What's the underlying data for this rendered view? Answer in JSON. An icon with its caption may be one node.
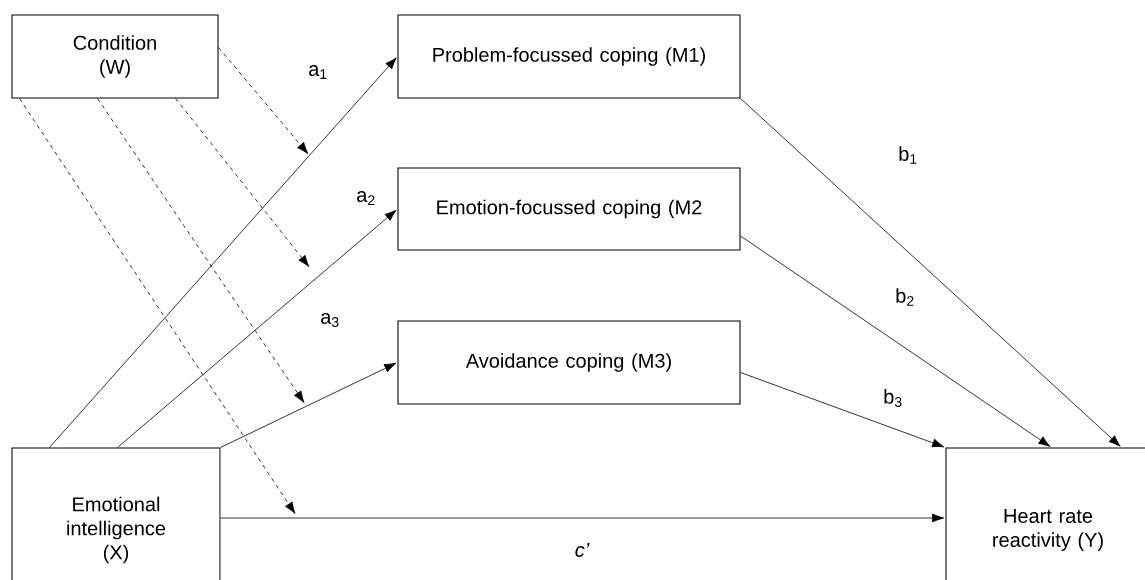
{
  "diagram": {
    "nodes": [
      {
        "text": [
          "Condition (W)"
        ]
      },
      {
        "text": [
          "Problem-focussed coping (M1)"
        ]
      },
      {
        "text": [
          "Emotion-focussed coping (M2"
        ]
      },
      {
        "text": [
          "Avoidance coping (M3)"
        ]
      },
      {
        "text": [
          "Emotional intelligence (X)"
        ]
      },
      {
        "text": [
          "Heart rate reactivity (Y)"
        ]
      }
    ],
    "edges": [
      {
        "from": 4,
        "to": 1,
        "arrow": "to",
        "label": "a$_{1}$"
      },
      {
        "from": 4,
        "to": 2,
        "arrow": "to",
        "label": "a$_{2}$"
      },
      {
        "from": 4,
        "to": 3,
        "arrow": "to",
        "label": "a$_{3}$"
      },
      {
        "from": 4,
        "to": 5,
        "arrow": "to",
        "label": "c’"
      },
      {
        "from": 1,
        "to": 5,
        "arrow": "to",
        "label": "b$_{1}$"
      },
      {
        "from": 2,
        "to": 5,
        "arrow": "to",
        "label": "b$_{2}$"
      },
      {
        "from": 3,
        "to": 5,
        "arrow": "to",
        "label": "b$_{3}$"
      },
      {
        "from": 0,
        "to": null,
        "arrow": "to",
        "style": "dashed"
      },
      {
        "from": 0,
        "to": null,
        "arrow": "to",
        "style": "dashed"
      },
      {
        "from": 0,
        "to": null,
        "arrow": "to",
        "style": "dashed"
      },
      {
        "from": 0,
        "to": null,
        "arrow": "to",
        "style": "dashed"
      }
    ]
  }
}
